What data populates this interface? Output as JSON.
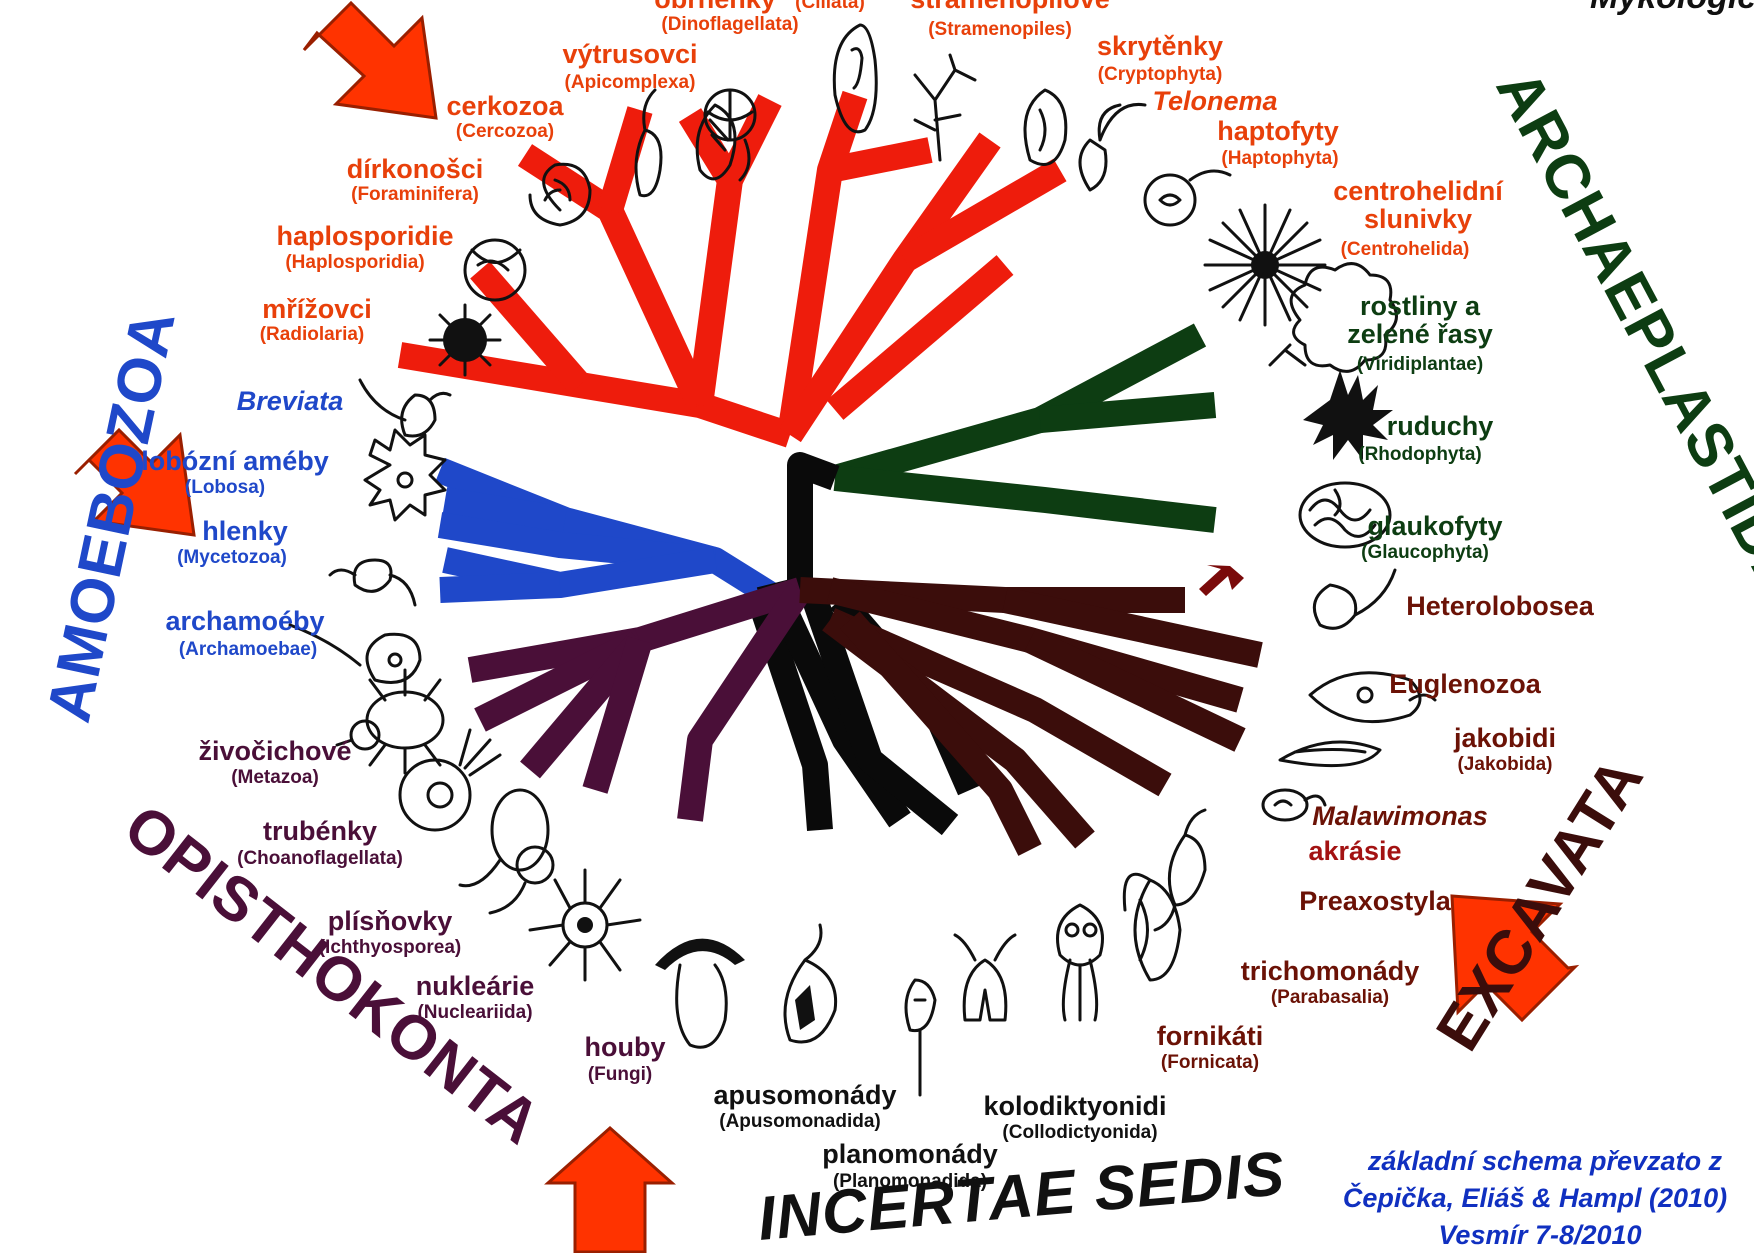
{
  "top_right_title": "Mykologie",
  "supergroups": {
    "amoebozoa": "AMOEBOZOA",
    "archaeplastida": "ARCHAEPLASTIDA",
    "opisthokonta": "OPISTHOKONTA",
    "excavata": "EXCAVATA",
    "incertae_sedis": "INCERTAE SEDIS"
  },
  "taxa": {
    "obrvenky": {
      "name": "obrněnky",
      "latin": "(Dinoflagellata)"
    },
    "ciliata": {
      "latin": "(Ciliata)"
    },
    "stramenopily": {
      "name": "stramenopilové",
      "latin": "(Stramenopiles)"
    },
    "vytrusovci": {
      "name": "výtrusovci",
      "latin": "(Apicomplexa)"
    },
    "skrytenky": {
      "name": "skrytěnky",
      "latin": "(Cryptophyta)"
    },
    "telonema": {
      "name": "Telonema"
    },
    "cerkozoa": {
      "name": "cerkozoa",
      "latin": "(Cercozoa)"
    },
    "haptofyty": {
      "name": "haptofyty",
      "latin": "(Haptophyta)"
    },
    "dirkonosci": {
      "name": "dírkonošci",
      "latin": "(Foraminifera)"
    },
    "centrohelidni": {
      "name1": "centrohelidní",
      "name2": "slunivky",
      "latin": "(Centrohelida)"
    },
    "haplosporidie": {
      "name": "haplosporidie",
      "latin": "(Haplosporidia)"
    },
    "mrizovci": {
      "name": "mřížovci",
      "latin": "(Radiolaria)"
    },
    "rostliny": {
      "name1": "rostliny a",
      "name2": "zelené řasy",
      "latin": "(Viridiplantae)"
    },
    "breviata": {
      "name": "Breviata"
    },
    "ruduchy": {
      "name": "ruduchy",
      "latin": "(Rhodophyta)"
    },
    "lobozni": {
      "name": "lobózní améby",
      "latin": "(Lobosa)"
    },
    "hlenky": {
      "name": "hlenky",
      "latin": "(Mycetozoa)"
    },
    "glaukofyty": {
      "name": "glaukofyty",
      "latin": "(Glaucophyta)"
    },
    "heterolobosea": {
      "name": "Heterolobosea"
    },
    "archamoeby": {
      "name": "archamoéby",
      "latin": "(Archamoebae)"
    },
    "euglenozoa": {
      "name": "Euglenozoa"
    },
    "zivocichove": {
      "name": "živočichové",
      "latin": "(Metazoa)"
    },
    "jakobidi": {
      "name": "jakobidi",
      "latin": "(Jakobida)"
    },
    "malawimonas": {
      "name": "Malawimonas"
    },
    "akrasie": {
      "name": "akrásie"
    },
    "trubenky": {
      "name": "trubénky",
      "latin": "(Choanoflagellata)"
    },
    "preaxostyla": {
      "name": "Preaxostyla"
    },
    "plisnovky": {
      "name": "plísňovky",
      "latin": "(Ichthyosporea)"
    },
    "trichomonady": {
      "name": "trichomonády",
      "latin": "(Parabasalia)"
    },
    "nuklearie": {
      "name": "nukleárie",
      "latin": "(Nucleariida)"
    },
    "fornikati": {
      "name": "fornikáti",
      "latin": "(Fornicata)"
    },
    "houby": {
      "name": "houby",
      "latin": "(Fungi)"
    },
    "apusomonady": {
      "name": "apusomonády",
      "latin": "(Apusomonadida)"
    },
    "kolodiktyonidi": {
      "name": "kolodiktyonidi",
      "latin": "(Collodictyonida)"
    },
    "planomonady": {
      "name": "planomonády",
      "latin": "(Planomonadida)"
    }
  },
  "credit": {
    "line1": "základní schema převzato z",
    "line2": "Čepička, Eliáš & Hampl (2010)",
    "line3": "Vesmír 7-8/2010"
  },
  "colors": {
    "sar": "#ee1c0c",
    "sar_text": "#e8400a",
    "amoebozoa": "#1f48c9",
    "archaeplastida": "#0d3d12",
    "opisthokonta": "#4a0f38",
    "excavata": "#3b0d0b",
    "excavata_text": "#6b1206",
    "core": "#0a0a0a",
    "highlight_arrow": "#ff3300",
    "dark_arrow": "#7a0a0a",
    "credit_text": "#1030c0"
  }
}
